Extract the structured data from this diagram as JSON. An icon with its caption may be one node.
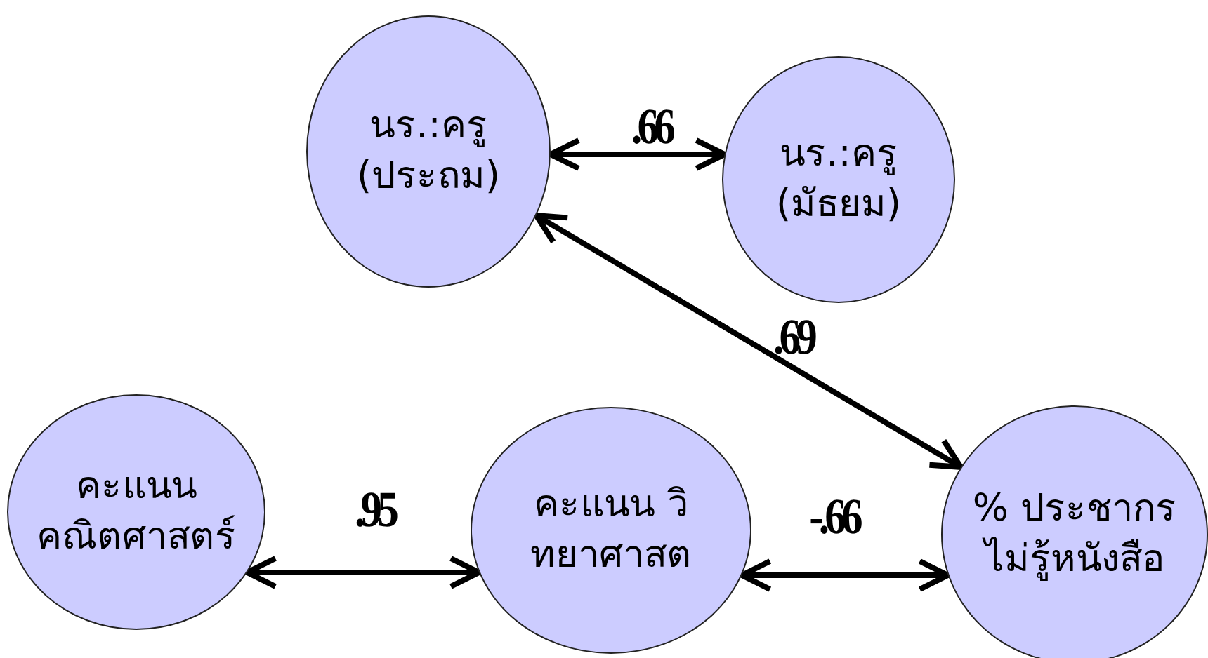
{
  "diagram": {
    "nodes": [
      {
        "text": [
          "นร.:ครู (ประถม)"
        ]
      },
      {
        "text": [
          "นร.:ครู (มัธยม)"
        ]
      },
      {
        "text": [
          "คะแนน คณิตศาสตร์"
        ]
      },
      {
        "text": [
          "คะแนน วิทยาศาสต"
        ]
      },
      {
        "text": [
          "% ประชากร ไม่รู้หนังสือ"
        ]
      }
    ],
    "edges": [
      {
        "from": 0,
        "to": 1,
        "arrow": "both",
        "label": ".66"
      },
      {
        "from": 0,
        "to": 4,
        "arrow": "both",
        "label": ".69"
      },
      {
        "from": 2,
        "to": 3,
        "arrow": "both",
        "label": ".95"
      },
      {
        "from": 3,
        "to": 4,
        "arrow": "both",
        "label": "-.66"
      }
    ]
  }
}
